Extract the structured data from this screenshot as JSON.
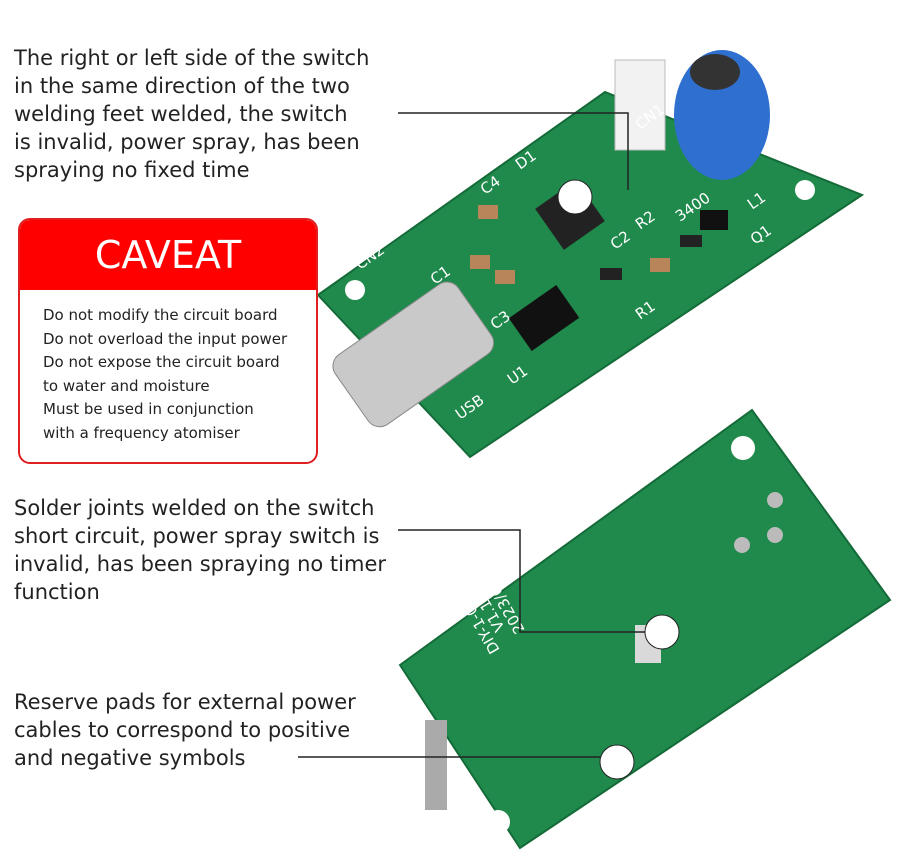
{
  "notes": {
    "switch_side": "The right or left side of the switch\nin the same direction of the two\nwelding feet welded, the switch\nis invalid, power spray, has been\nspraying no fixed time",
    "solder_joints": "Solder joints welded on the switch\nshort circuit, power spray switch is\ninvalid, has been spraying no timer\nfunction",
    "reserve_pads": "Reserve pads for external power\ncables to correspond to positive\nand negative symbols"
  },
  "caveat": {
    "title": "CAVEAT",
    "items": [
      "Do not modify the circuit board",
      "Do not overload the input power",
      "Do not expose the circuit board",
      "to water and moisture",
      "Must be used in conjunction",
      "with a frequency atomiser"
    ]
  },
  "board_front": {
    "labels": [
      "USB",
      "U1",
      "C1",
      "C3",
      "CN2",
      "C4",
      "D1",
      "CN1",
      "R1",
      "R2",
      "C2",
      "Q1",
      "L1",
      "3400"
    ]
  },
  "board_back": {
    "labels": [
      "DIY-1-02",
      "2023/6/26",
      "V1.1"
    ]
  },
  "colors": {
    "pcb": "#1f8a4c",
    "caveat_red": "#ff0000",
    "inductor": "#2f6fd0"
  }
}
